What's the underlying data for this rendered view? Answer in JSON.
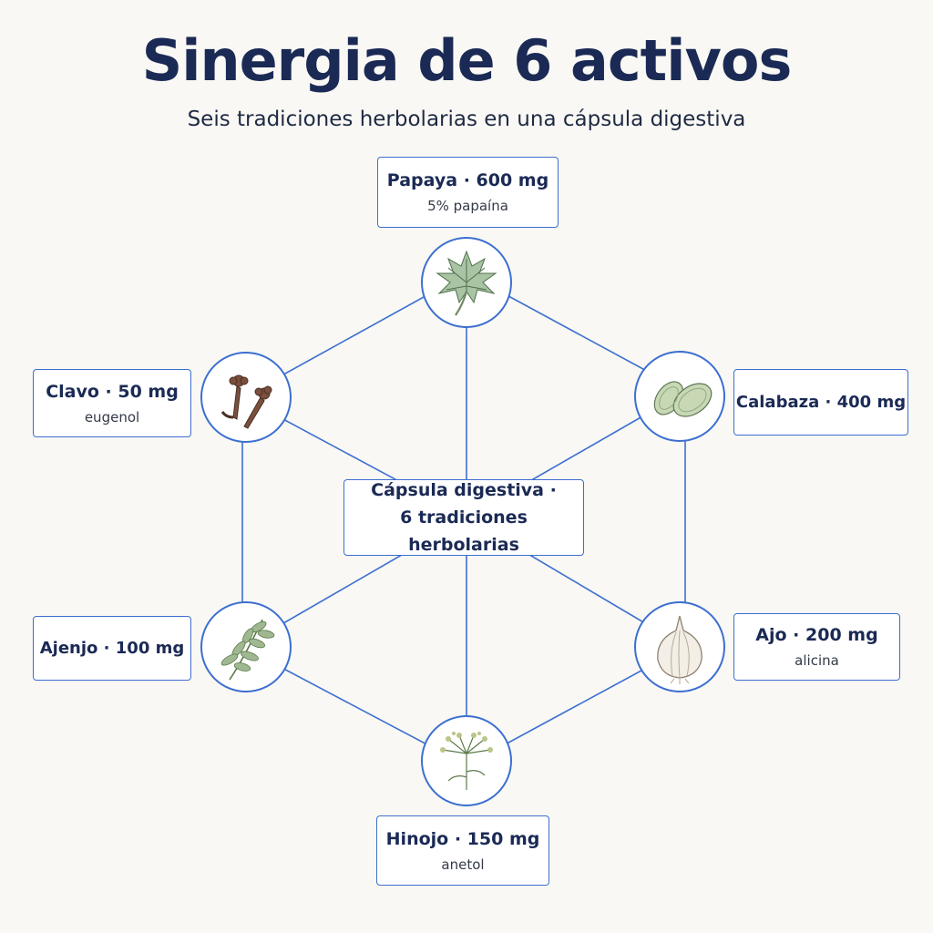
{
  "title": "Sinergia de 6 activos",
  "subtitle": "Seis tradiciones herbolarias en una cápsula digestiva",
  "center": {
    "line1": "Cápsula digestiva ·",
    "line2": "6 tradiciones herbolarias"
  },
  "ingredients": {
    "papaya": {
      "label": "Papaya · 600 mg",
      "compound": "5% papaína",
      "icon": "papaya-leaf-icon"
    },
    "calabaza": {
      "label": "Calabaza · 400 mg",
      "compound": "",
      "icon": "pumpkin-seeds-icon"
    },
    "ajo": {
      "label": "Ajo · 200 mg",
      "compound": "alicina",
      "icon": "garlic-icon"
    },
    "hinojo": {
      "label": "Hinojo · 150 mg",
      "compound": "anetol",
      "icon": "fennel-icon"
    },
    "ajenjo": {
      "label": "Ajenjo · 100 mg",
      "compound": "",
      "icon": "wormwood-icon"
    },
    "clavo": {
      "label": "Clavo · 50 mg",
      "compound": "eugenol",
      "icon": "clove-icon"
    }
  },
  "colors": {
    "accent": "#3c6fd0",
    "title": "#1b2a55",
    "background": "#f9f8f4",
    "leaf": "#9db89a",
    "clove": "#6b4536"
  }
}
